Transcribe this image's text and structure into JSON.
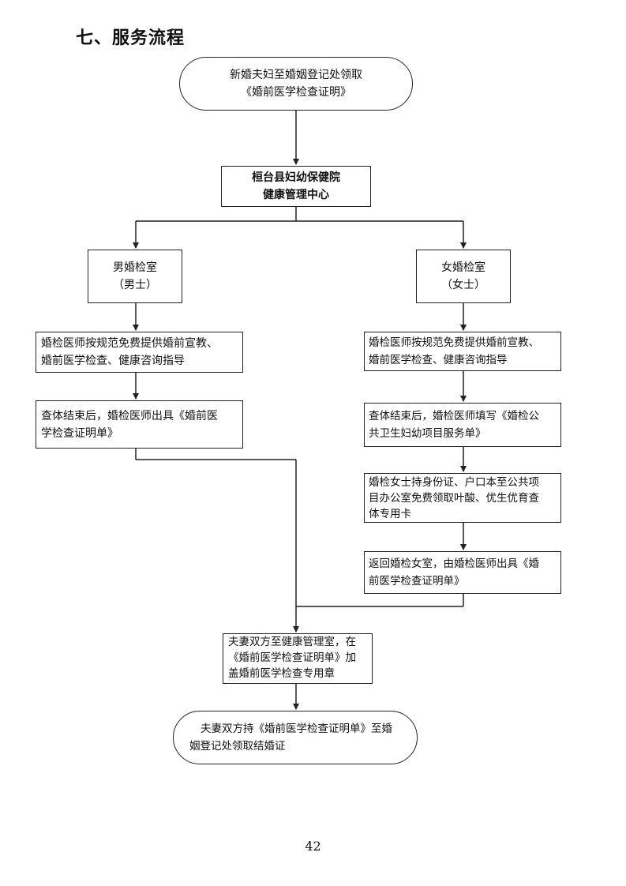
{
  "heading": "七、服务流程",
  "nodes": {
    "start": [
      "新婚夫妇至婚姻登记处领取",
      "《婚前医学检查证明》"
    ],
    "center": [
      "桓台县妇幼保健院",
      "健康管理中心"
    ],
    "male_room": [
      "男婚检室",
      "（男士）"
    ],
    "female_room": [
      "女婚检室",
      "（女士）"
    ],
    "male_exam": [
      "婚检医师按规范免费提供婚前宣教、",
      "婚前医学检查、健康咨询指导"
    ],
    "female_exam": [
      "婚检医师按规范免费提供婚前宣教、",
      "婚前医学检查、健康咨询指导"
    ],
    "male_cert": [
      "查体结束后，婚检医师出具《婚前医",
      "学检查证明单》"
    ],
    "female_form": [
      "查体结束后，婚检医师填写《婚检公",
      "共卫生妇幼项目服务单》"
    ],
    "female_folic": [
      "婚检女士持身份证、户口本至公共项",
      "目办公室免费领取叶酸、优生优育查",
      "体专用卡"
    ],
    "female_cert": [
      "返回婚检女室，由婚检医师出具《婚",
      "前医学检查证明单》"
    ],
    "stamp": [
      "夫妻双方至健康管理室，在",
      "《婚前医学检查证明单》加",
      "盖婚前医学检查专用章"
    ],
    "end": [
      "夫妻双方持《婚前医学检查证明单》至婚",
      "姻登记处领取结婚证"
    ]
  },
  "page_number": "42"
}
